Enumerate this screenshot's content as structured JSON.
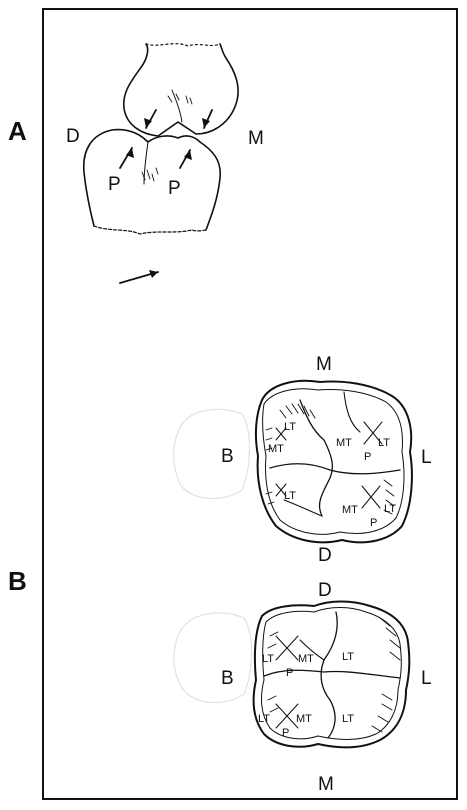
{
  "panels": {
    "a": {
      "panel_label": "A",
      "distal_label": "D",
      "mesial_label": "M",
      "plunger_cusp_left": "P",
      "plunger_cusp_right": "P"
    },
    "b": {
      "panel_label": "B",
      "upper_tooth": {
        "top_label": "M",
        "bottom_label": "D",
        "buccal_label": "B",
        "lingual_label": "L",
        "cusp_labels": [
          "LT",
          "MT",
          "MT",
          "LT",
          "P",
          "LT",
          "MT",
          "LT",
          "P"
        ]
      },
      "lower_tooth": {
        "top_label": "D",
        "bottom_label": "M",
        "buccal_label": "B",
        "lingual_label": "L",
        "cusp_labels": [
          "LT",
          "MT",
          "P",
          "LT",
          "LT",
          "MT",
          "P",
          "LT"
        ]
      }
    }
  },
  "colors": {
    "ink": "#111111",
    "background": "#ffffff",
    "faint": "#e6e6e6"
  }
}
